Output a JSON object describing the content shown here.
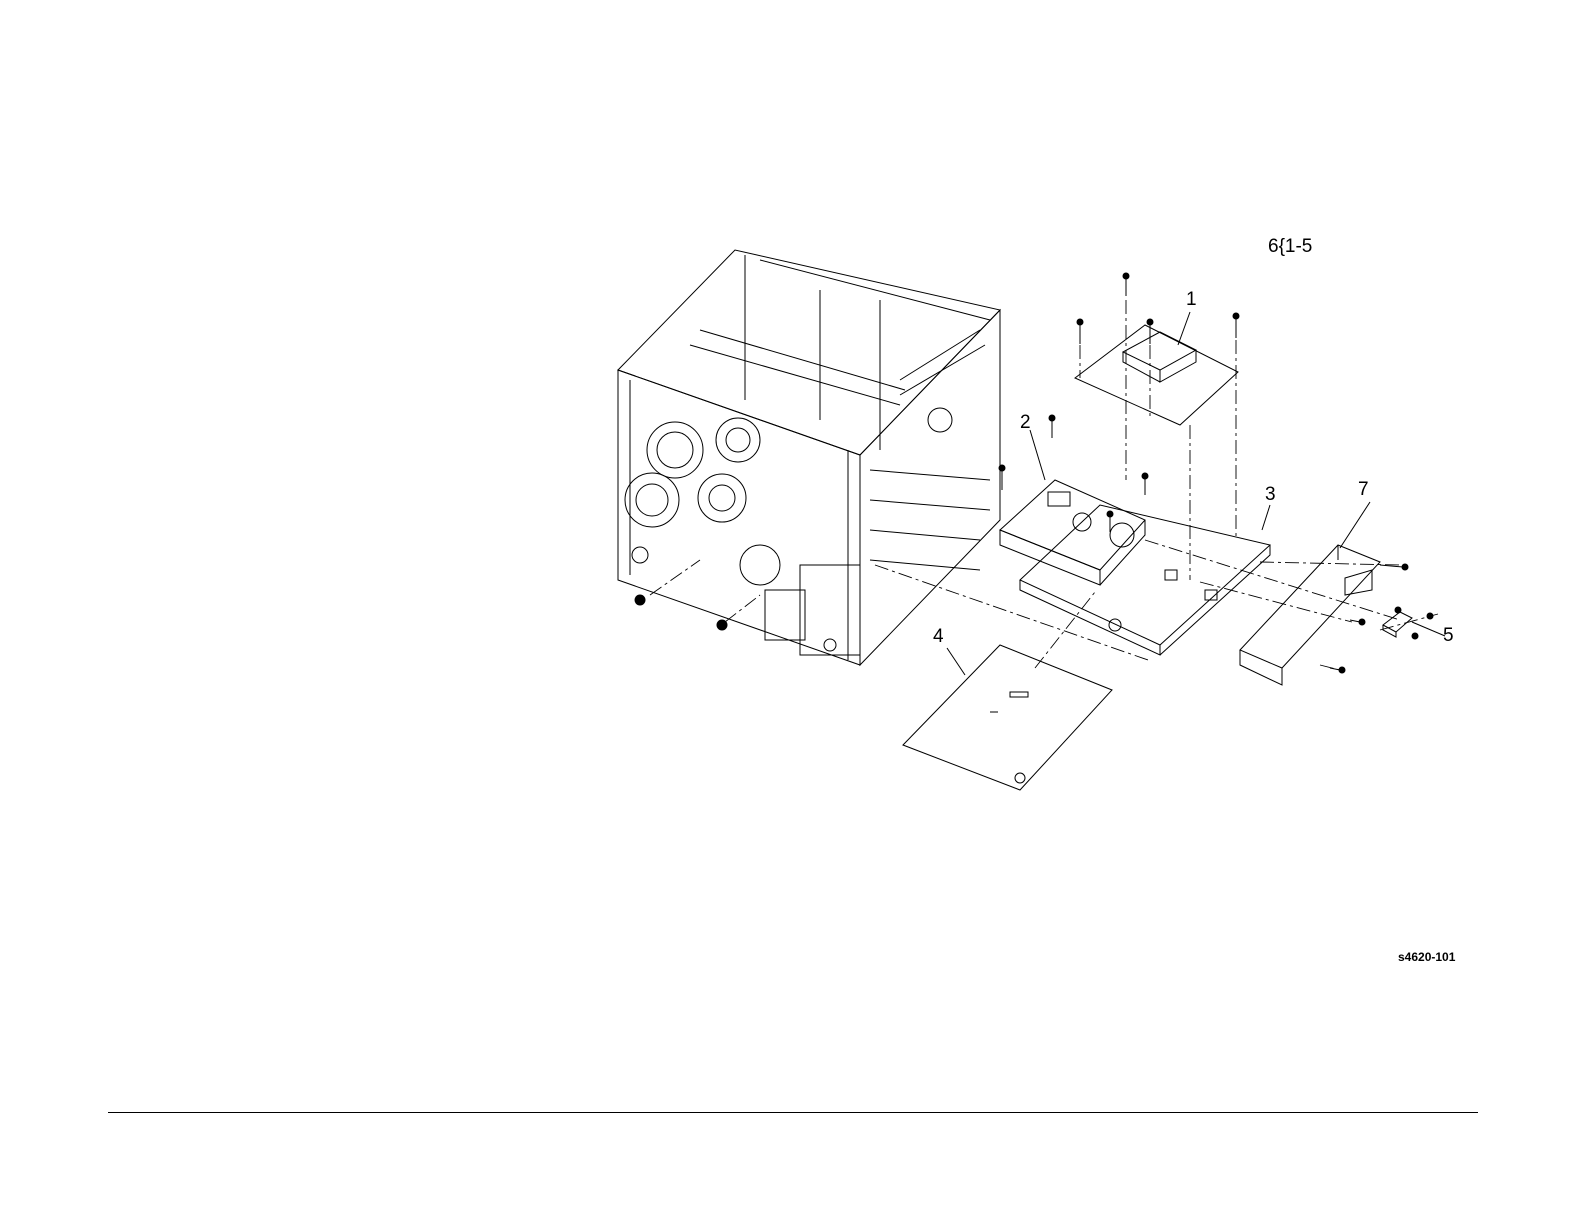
{
  "diagram": {
    "group_label": "6{1-5",
    "callouts": [
      "1",
      "2",
      "3",
      "4",
      "5",
      "7"
    ],
    "figure_id": "s4620-101"
  }
}
